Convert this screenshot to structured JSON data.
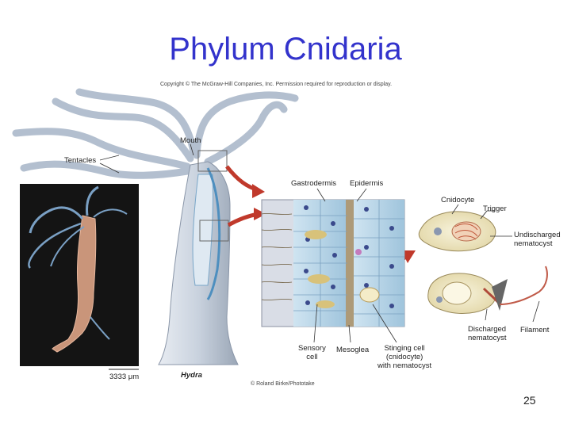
{
  "slide": {
    "title": "Phylum Cnidaria",
    "copyright": "Copyright © The McGraw-Hill Companies, Inc. Permission required for reproduction or display.",
    "credit": "© Roland Birke/Phototake",
    "page_number": "25"
  },
  "labels": {
    "tentacles": "Tentacles",
    "mouth": "Mouth",
    "gastrodermis": "Gastrodermis",
    "epidermis": "Epidermis",
    "cnidocyte": "Cnidocyte",
    "trigger": "Trigger",
    "undischarged_1": "Undischarged",
    "undischarged_2": "nematocyst",
    "discharged_1": "Discharged",
    "discharged_2": "nematocyst",
    "filament": "Filament",
    "sensory_1": "Sensory",
    "sensory_2": "cell",
    "mesoglea": "Mesoglea",
    "stinging_1": "Stinging cell",
    "stinging_2": "(cnidocyte)",
    "stinging_3": "with nematocyst",
    "scale": "3333 μm",
    "hydra": "Hydra"
  }
}
